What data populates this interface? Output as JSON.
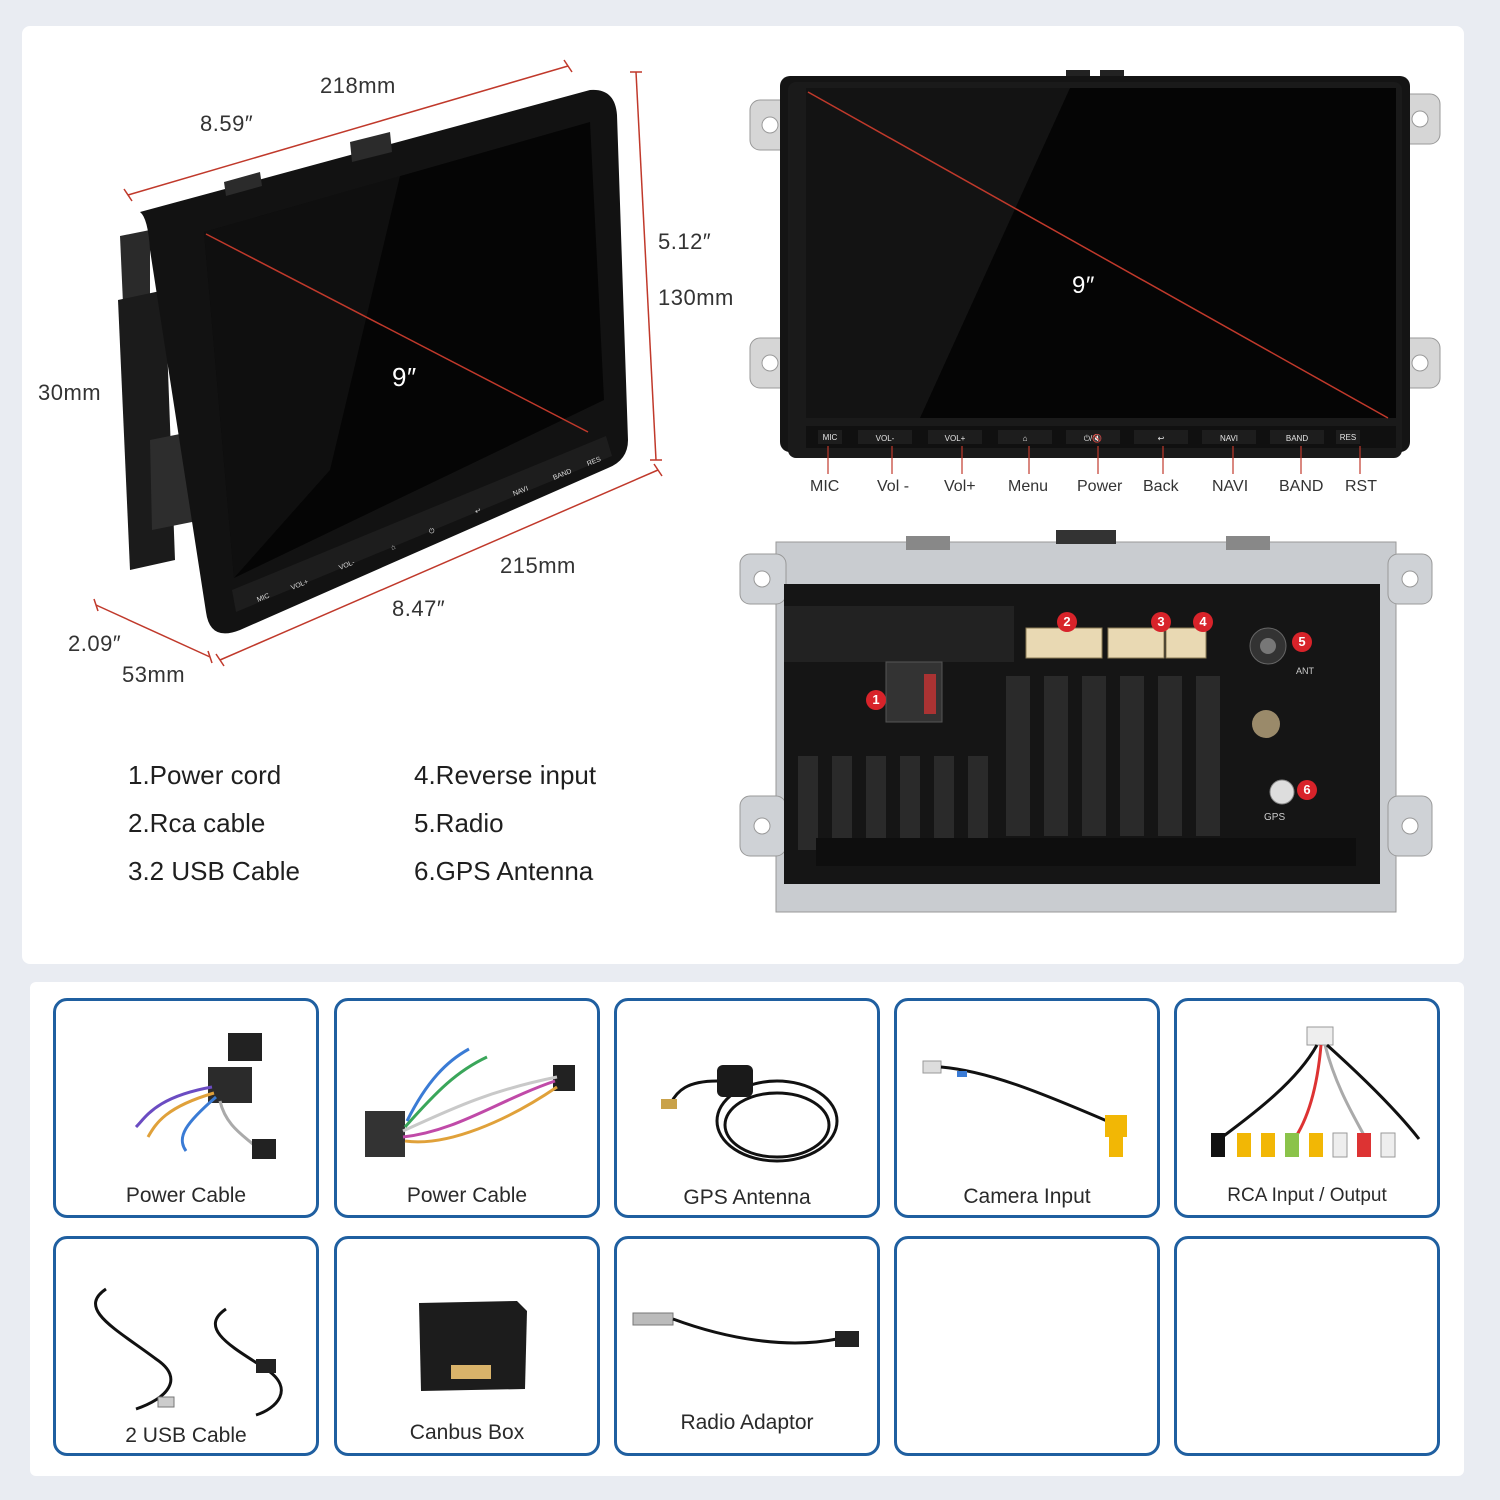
{
  "dimensions": {
    "width_mm": "218mm",
    "width_in": "8.59″",
    "height_in": "5.12″",
    "height_mm": "130mm",
    "depth_mm": "30mm",
    "bottom_mm": "215mm",
    "bottom_in": "8.47″",
    "side_in": "2.09″",
    "side_mm": "53mm",
    "screen_left": "9″",
    "screen_right": "9″"
  },
  "legend": {
    "col1": [
      "1.Power cord",
      "2.Rca cable",
      "3.2 USB Cable"
    ],
    "col2": [
      "4.Reverse input",
      "5.Radio",
      "6.GPS Antenna"
    ]
  },
  "front_buttons": {
    "bezel": [
      "MIC",
      "VOL-",
      "VOL+",
      "⌂",
      "⏻/🔇",
      "↩",
      "NAVI",
      "BAND",
      "RES"
    ],
    "labels": [
      "MIC",
      "Vol -",
      "Vol+",
      "Menu",
      "Power",
      "Back",
      "NAVI",
      "BAND",
      "RST"
    ]
  },
  "angled_bezel": [
    "MIC",
    "VOL+",
    "VOL-",
    "⌂",
    "⏻",
    "↩",
    "NAVI",
    "BAND",
    "RES"
  ],
  "rear_badges": [
    "1",
    "2",
    "3",
    "4",
    "5",
    "6"
  ],
  "rear_text": {
    "radio": "ANT",
    "gps": "GPS"
  },
  "accessories": [
    {
      "label": "Power Cable",
      "icon": "power-cable-harness-icon"
    },
    {
      "label": "Power Cable",
      "icon": "power-cable-harness-icon"
    },
    {
      "label": "GPS Antenna",
      "icon": "gps-antenna-icon"
    },
    {
      "label": "Camera Input",
      "icon": "camera-input-cable-icon"
    },
    {
      "label": "RCA Input / Output",
      "icon": "rca-cable-icon"
    },
    {
      "label": "2 USB Cable",
      "icon": "usb-cable-icon"
    },
    {
      "label": "Canbus Box",
      "icon": "canbus-box-icon"
    },
    {
      "label": "Radio Adaptor",
      "icon": "radio-adaptor-icon"
    },
    {
      "label": "",
      "icon": ""
    },
    {
      "label": "",
      "icon": ""
    }
  ],
  "colors": {
    "accent": "#1f5fa0",
    "marker": "#d8232a"
  }
}
